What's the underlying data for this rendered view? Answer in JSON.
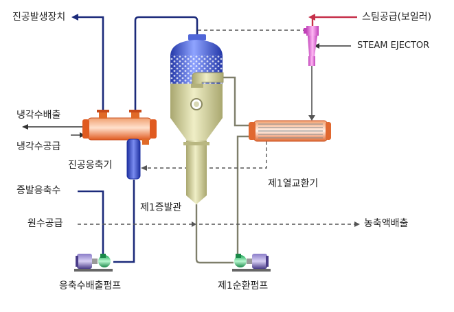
{
  "labels": {
    "vacuum_generator": "진공발생장치",
    "steam_supply": "스팀공급(보일러)",
    "steam_ejector": "STEAM EJECTOR",
    "cooling_water_out": "냉각수배출",
    "cooling_water_in": "냉각수공급",
    "vacuum_condenser": "진공응축기",
    "heat_exchanger": "제1열교환기",
    "evaporated_condensate": "증발응축수",
    "first_evaporator": "제1증발관",
    "raw_water_supply": "원수공급",
    "concentrate_discharge": "농축액배출",
    "condensate_pump": "응축수배출펌프",
    "circulation_pump": "제1순환펌프"
  },
  "colors": {
    "pipe_navy": "#1b2a7a",
    "pipe_gray": "#7e7e6a",
    "pipe_red": "#c6304a",
    "vessel_blue": "#3550c8",
    "vessel_khaki": "#c9c795",
    "hx_orange": "#f07840",
    "ejector_magenta": "#e070d0",
    "pump_green": "#3ecc7a",
    "pump_motor": "#6a5aa8"
  }
}
